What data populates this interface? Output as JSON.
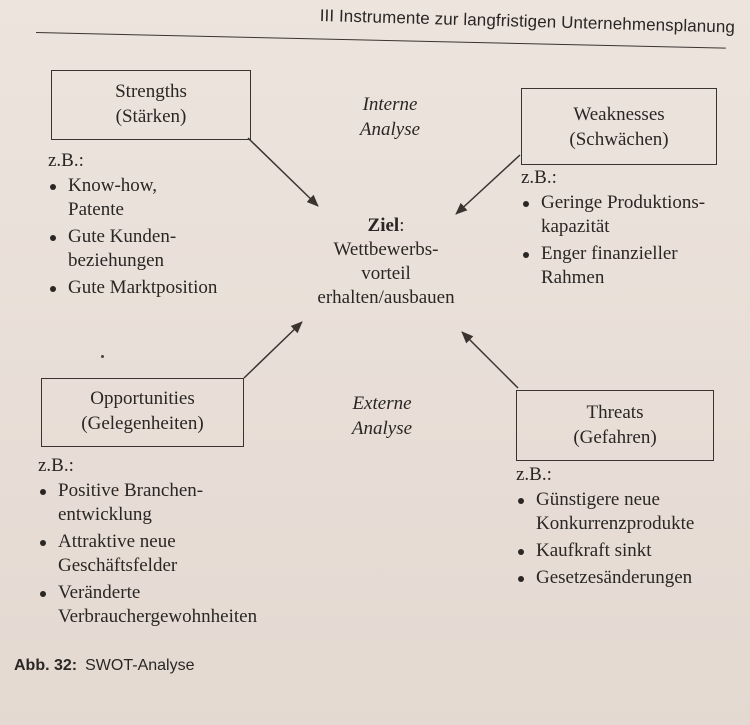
{
  "running_head": "III  Instrumente zur langfristigen Unternehmensplanung",
  "strengths": {
    "title": "Strengths",
    "subtitle": "(Stärken)",
    "zb": "z.B.:",
    "items": [
      [
        "Know-how,",
        "Patente"
      ],
      [
        "Gute Kunden-",
        "beziehungen"
      ],
      [
        "Gute Marktposition"
      ]
    ]
  },
  "weaknesses": {
    "title": "Weaknesses",
    "subtitle": "(Schwächen)",
    "zb": "z.B.:",
    "items": [
      [
        "Geringe Produktions-",
        "kapazität"
      ],
      [
        "Enger finanzieller",
        "Rahmen"
      ]
    ]
  },
  "opportunities": {
    "title": "Opportunities",
    "subtitle": "(Gelegenheiten)",
    "zb": "z.B.:",
    "items": [
      [
        "Positive Branchen-",
        "entwicklung"
      ],
      [
        "Attraktive neue",
        "Geschäftsfelder"
      ],
      [
        "Veränderte",
        "Verbrauchergewohnheiten"
      ]
    ]
  },
  "threats": {
    "title": "Threats",
    "subtitle": "(Gefahren)",
    "zb": "z.B.:",
    "items": [
      [
        "Günstigere neue",
        "Konkurrenzprodukte"
      ],
      [
        "Kaufkraft sinkt"
      ],
      [
        "Gesetzesänderungen"
      ]
    ]
  },
  "internal_analysis": [
    "Interne",
    "Analyse"
  ],
  "external_analysis": [
    "Externe",
    "Analyse"
  ],
  "goal": {
    "label": "Ziel",
    "colon": ":",
    "lines": [
      "Wettbewerbs-",
      "vorteil",
      "erhalten/ausbauen"
    ]
  },
  "caption": {
    "label": "Abb. 32:",
    "text": "SWOT-Analyse"
  }
}
